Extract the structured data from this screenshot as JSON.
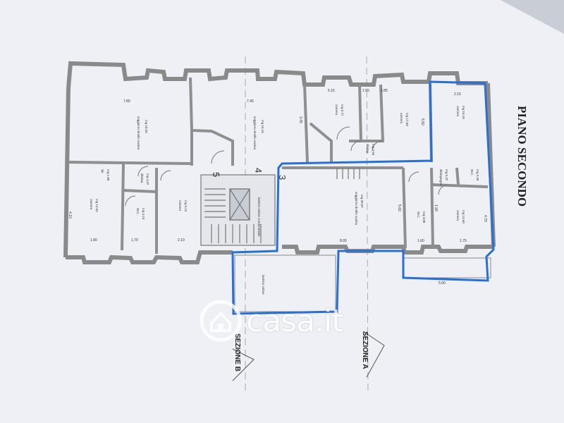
{
  "plan": {
    "title": "PIANO SECONDO",
    "staircase_numbers": [
      "5",
      "4",
      "3"
    ],
    "sections": [
      {
        "label": "SEZIONE B"
      },
      {
        "label": "SEZIONE A"
      }
    ],
    "dimensions": [
      "7.80",
      "7.45",
      "5.15",
      "1.55",
      "1.85",
      "2.15",
      "3.45",
      "4.10",
      "1.80",
      "2.10",
      "1.70",
      "8.05",
      "1.60",
      "1.75",
      "5.60",
      "1.90",
      "4.70",
      "5.50",
      "5.00"
    ],
    "rooms": [
      {
        "name": "soggiorno tinello cucina",
        "area": "mq 18.20"
      },
      {
        "name": "soggiorno tinello cucina",
        "area": "mq 15.16"
      },
      {
        "name": "camera",
        "area": "mq 9.77"
      },
      {
        "name": "camera",
        "area": "mq 17.09"
      },
      {
        "name": "camera",
        "area": "mq 15.15"
      },
      {
        "name": "disimp.",
        "area": "mq 2.66"
      },
      {
        "name": "rip.",
        "area": "mq 1.80"
      },
      {
        "name": "disimp.",
        "area": "mq 4.37"
      },
      {
        "name": "camera",
        "area": "mq 12.62"
      },
      {
        "name": "W.C.",
        "area": "mq 4.13"
      },
      {
        "name": "camera",
        "area": "mq 9.12"
      },
      {
        "name": "soggiorno tinello cucina",
        "area": "mq 20.07"
      },
      {
        "name": "W.C.",
        "area": "mq 3.88"
      },
      {
        "name": "disimpegno",
        "area": "mq 5.37"
      },
      {
        "name": "W.C.",
        "area": "mq 3.49"
      },
      {
        "name": "camera",
        "area": "mq 13.60"
      },
      {
        "name": "lastrico solare",
        "area": ""
      },
      {
        "name": "lastrico solare condominiale",
        "area": ""
      }
    ]
  },
  "watermark": {
    "text": "casa.it",
    "icon": "house-icon"
  },
  "colors": {
    "paper": "#eef0f5",
    "wall": "#8a8a8a",
    "outline": "#2a6fd6",
    "ink": "#333333"
  }
}
